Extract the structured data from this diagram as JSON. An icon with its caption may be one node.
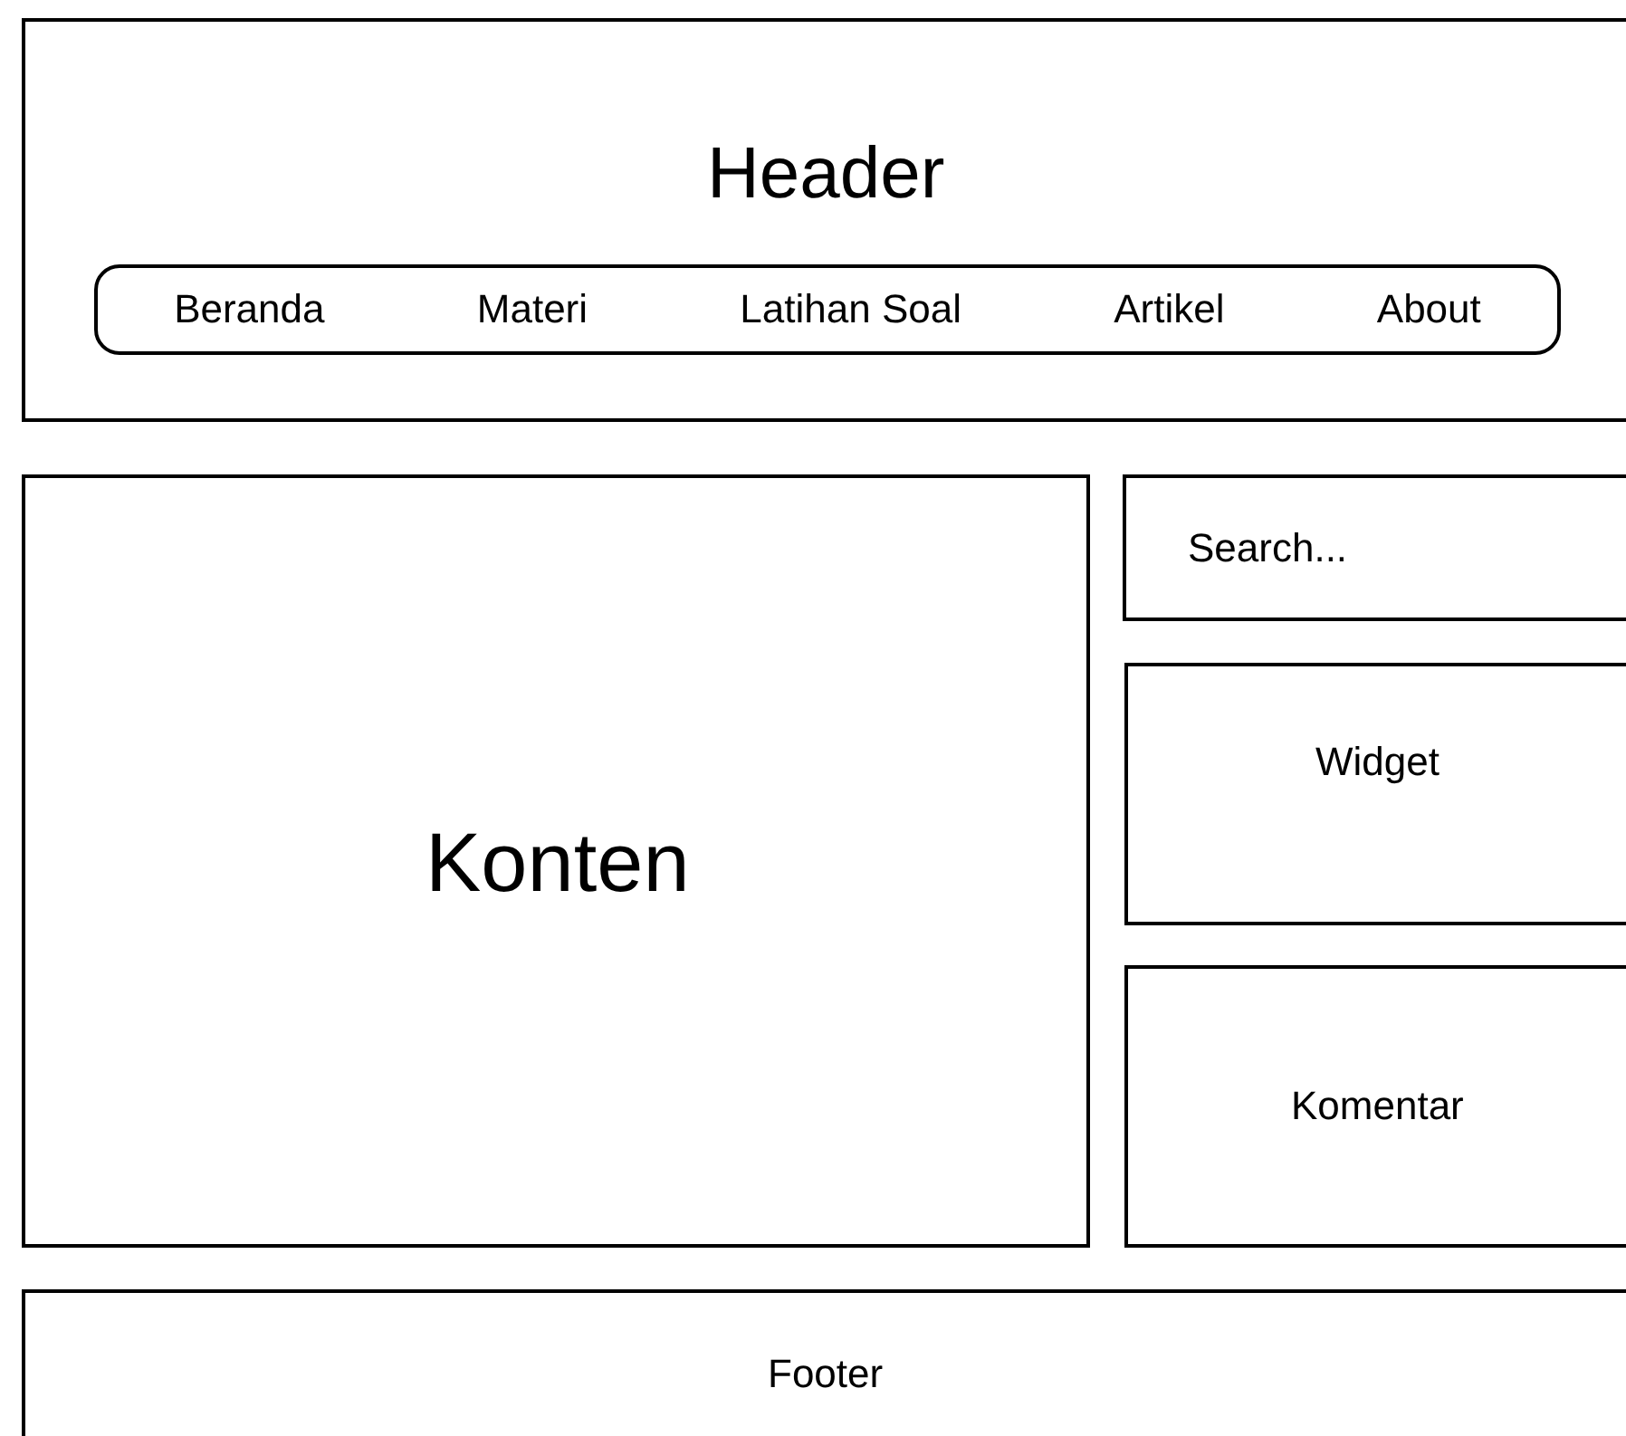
{
  "diagram": {
    "nodes": [
      {
        "text": [
          "Header"
        ]
      },
      {
        "text": [
          "Beranda",
          "Materi",
          "Latihan Soal",
          "Artikel",
          "About"
        ],
        "in": 0
      },
      {
        "text": [
          "Konten"
        ]
      },
      {
        "text": [
          "Search..."
        ]
      },
      {
        "text": [
          "Widget"
        ]
      },
      {
        "text": [
          "Komentar"
        ]
      },
      {
        "text": [
          "Footer"
        ]
      }
    ]
  }
}
